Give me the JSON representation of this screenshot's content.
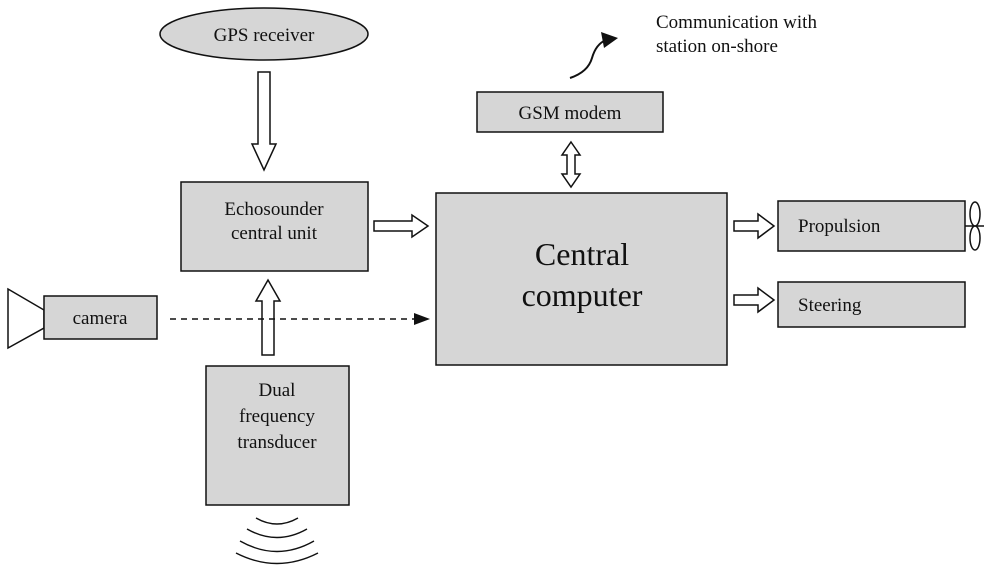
{
  "diagram": {
    "gps_receiver": "GPS receiver",
    "echosounder_line1": "Echosounder",
    "echosounder_line2": "central unit",
    "gsm_modem": "GSM modem",
    "central_line1": "Central",
    "central_line2": "computer",
    "propulsion": "Propulsion",
    "steering": "Steering",
    "camera": "camera",
    "transducer_line1": "Dual",
    "transducer_line2": "frequency",
    "transducer_line3": "transducer",
    "communication_line1": "Communication with",
    "communication_line2": "station on-shore"
  },
  "colors": {
    "box_fill": "#d6d6d6",
    "outline": "#111111",
    "background": "#ffffff"
  }
}
